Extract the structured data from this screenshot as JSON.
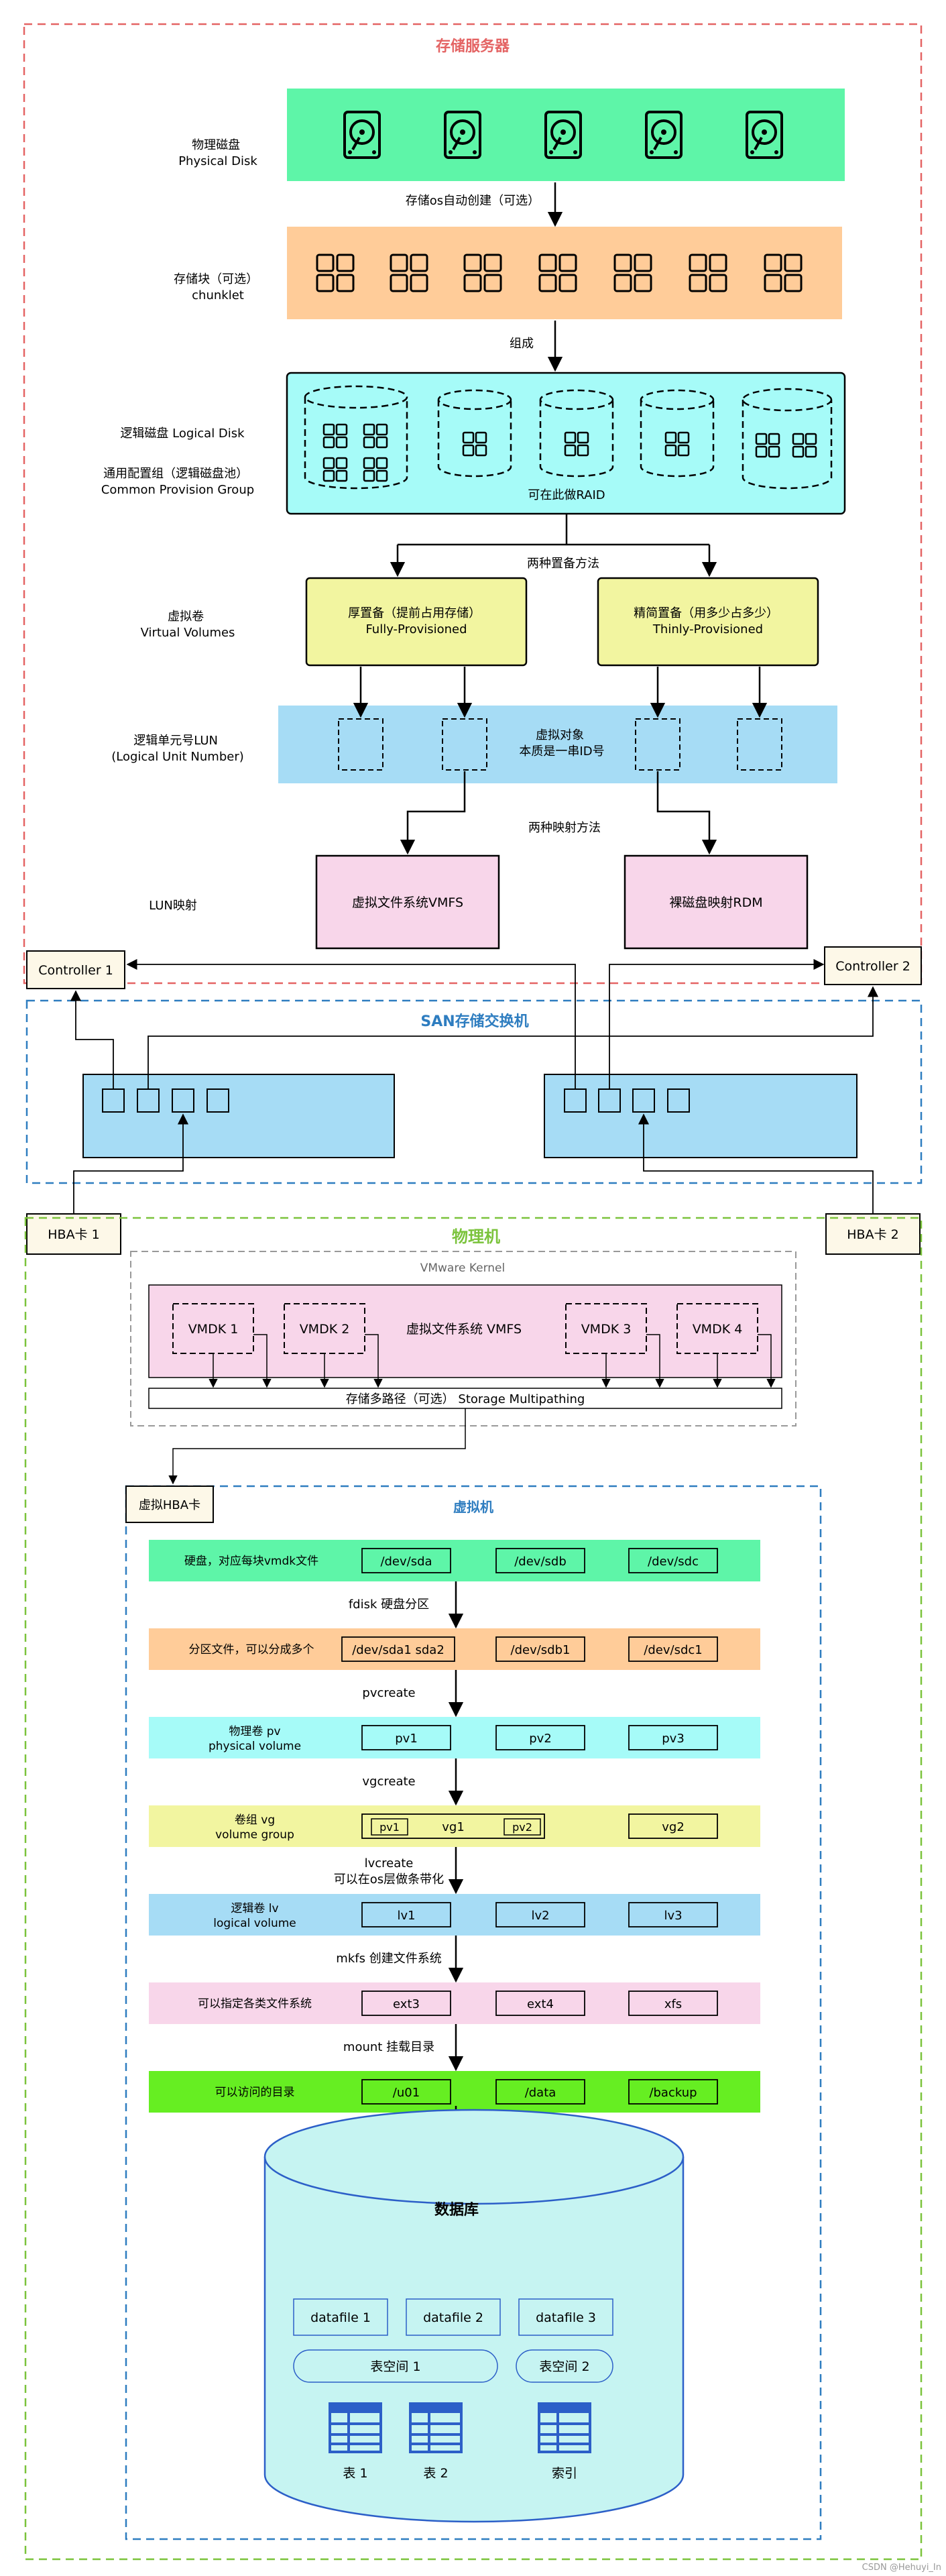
{
  "storage": {
    "title": "存储服务器",
    "physical_disk_label": [
      "物理磁盘",
      "Physical Disk"
    ],
    "auto_create": "存储os自动创建（可选）",
    "chunklet_label": [
      "存储块（可选）",
      "chunklet"
    ],
    "compose": "组成",
    "logical_disk_label": "逻辑磁盘 Logical Disk",
    "cpg_label": [
      "通用配置组（逻辑磁盘池）",
      "Common Provision Group"
    ],
    "raid_note": "可在此做RAID",
    "two_provision": "两种置备方法",
    "vv_label": [
      "虚拟卷",
      "Virtual Volumes"
    ],
    "thick": [
      "厚置备（提前占用存储）",
      "Fully-Provisioned"
    ],
    "thin": [
      "精简置备（用多少占多少）",
      "Thinly-Provisioned"
    ],
    "lun_label": [
      "逻辑单元号LUN",
      "(Logical Unit Number)"
    ],
    "virtual_object": [
      "虚拟对象",
      "本质是一串ID号"
    ],
    "two_mapping": "两种映射方法",
    "vmfs": "虚拟文件系统VMFS",
    "rdm": "裸磁盘映射RDM",
    "lun_mapping": "LUN映射"
  },
  "controllers": [
    "Controller 1",
    "Controller 2"
  ],
  "san": {
    "title": "SAN存储交换机"
  },
  "hba": [
    "HBA卡 1",
    "HBA卡 2"
  ],
  "physical": {
    "title": "物理机",
    "vmware_kernel": "VMware Kernel",
    "vmdks": [
      "VMDK 1",
      "VMDK 2",
      "VMDK 3",
      "VMDK 4"
    ],
    "vmfs": "虚拟文件系统 VMFS",
    "multipath": "存储多路径（可选）  Storage Multipathing"
  },
  "vm": {
    "title": "虚拟机",
    "vhba": "虚拟HBA卡",
    "rows": [
      {
        "label": [
          "硬盘，对应每块vmdk文件"
        ],
        "cells": [
          "/dev/sda",
          "/dev/sdb",
          "/dev/sdc"
        ],
        "color": "#5ef5a8"
      },
      {
        "label": [
          "分区文件，可以分成多个"
        ],
        "cells": [
          "/dev/sda1 sda2",
          "/dev/sdb1",
          "/dev/sdc1"
        ],
        "color": "#ffcc99"
      },
      {
        "label": [
          "物理卷 pv",
          "physical volume"
        ],
        "cells": [
          "pv1",
          "pv2",
          "pv3"
        ],
        "color": "#a6fbf8"
      },
      {
        "label": [
          "卷组 vg",
          "volume group"
        ],
        "cells": [
          "vg1",
          "vg2"
        ],
        "sub": [
          "pv1",
          "pv2"
        ],
        "color": "#f2f5a0"
      },
      {
        "label": [
          "逻辑卷 lv",
          "logical volume"
        ],
        "cells": [
          "lv1",
          "lv2",
          "lv3"
        ],
        "color": "#a6dcf5"
      },
      {
        "label": [
          "可以指定各类文件系统"
        ],
        "cells": [
          "ext3",
          "ext4",
          "xfs"
        ],
        "color": "#f8d6ea"
      },
      {
        "label": [
          "可以访问的目录"
        ],
        "cells": [
          "/u01",
          "/data",
          "/backup"
        ],
        "color": "#66ee22"
      }
    ],
    "steps": [
      [
        "fdisk 硬盘分区"
      ],
      [
        "pvcreate"
      ],
      [
        "vgcreate"
      ],
      [
        "lvcreate",
        "可以在os层做条带化"
      ],
      [
        "mkfs 创建文件系统"
      ],
      [
        "mount 挂载目录"
      ]
    ]
  },
  "database": {
    "title": "数据库",
    "datafiles": [
      "datafile 1",
      "datafile 2",
      "datafile 3"
    ],
    "tablespaces": [
      "表空间 1",
      "表空间 2"
    ],
    "tables": [
      "表 1",
      "表 2",
      "索引"
    ]
  },
  "watermark": "CSDN @Hehuyi_In"
}
